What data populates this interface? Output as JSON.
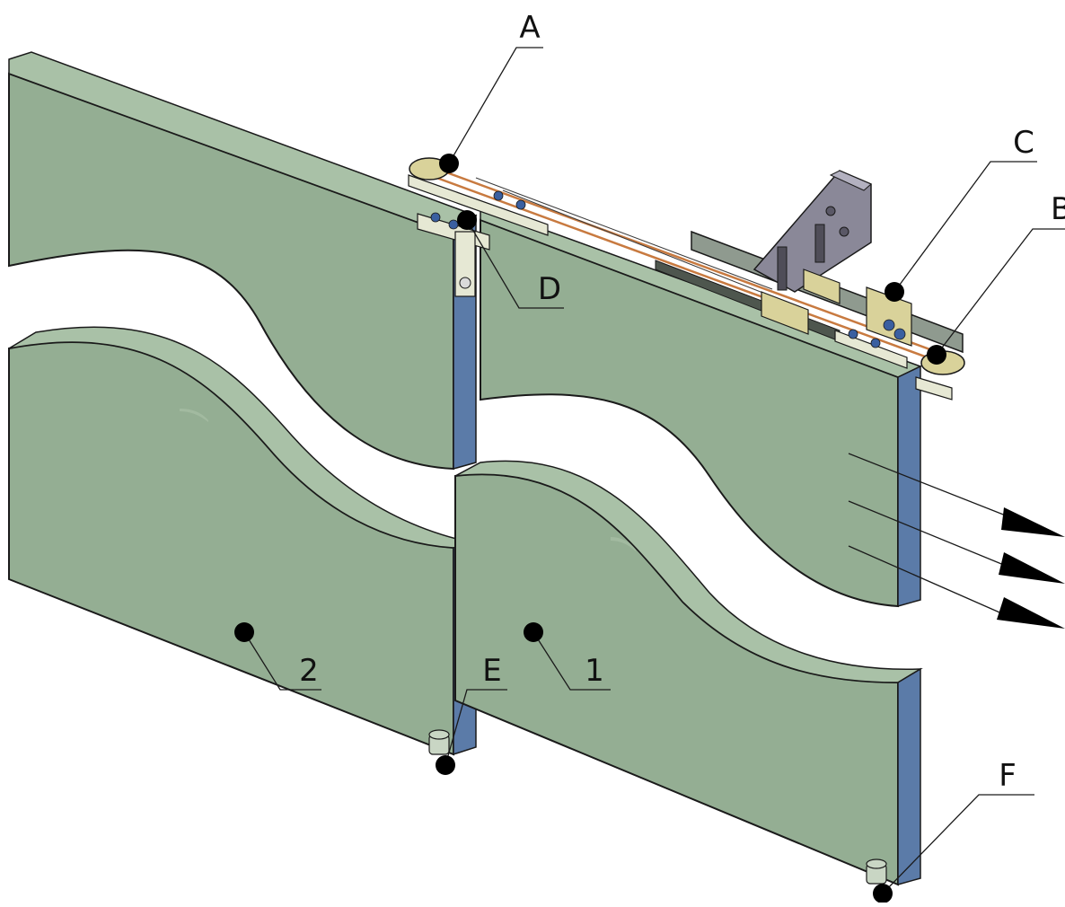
{
  "colors": {
    "panel_face": "#94AE93",
    "panel_top": "#A9C1A7",
    "panel_edge": "#5B7BA8",
    "outline": "#1A1A1A",
    "marker": "#000000",
    "rail": "#8F9A8F",
    "bracket": "#8A8898",
    "brass": "#D9D29A",
    "cable": "#C87A40"
  },
  "callouts": {
    "A": "A",
    "B": "B",
    "C": "C",
    "D": "D",
    "E": "E",
    "F": "F",
    "panel_1": "1",
    "panel_2": "2"
  },
  "icons": [
    "direction-arrow-icon",
    "direction-arrow-icon",
    "direction-arrow-icon"
  ]
}
